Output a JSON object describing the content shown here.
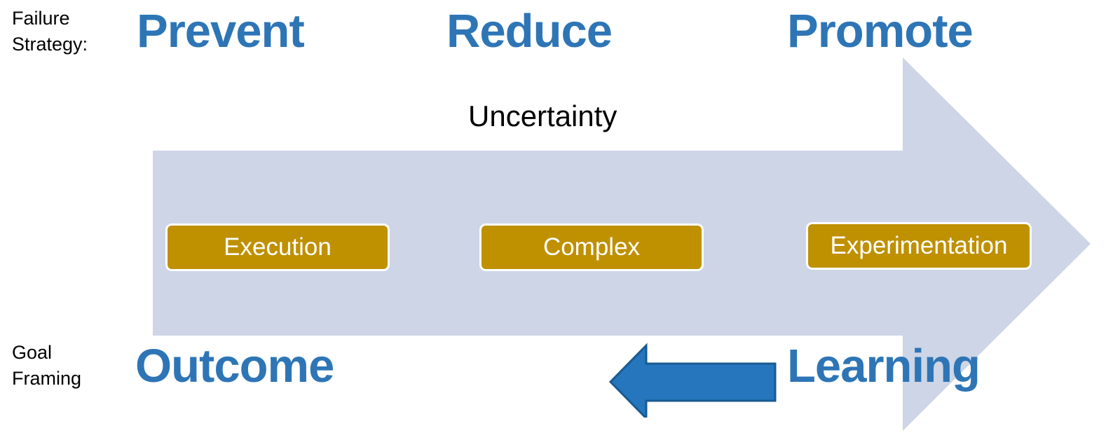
{
  "diagram": {
    "rows": {
      "failure_strategy": {
        "label": "Failure\nStrategy:",
        "items": [
          "Prevent",
          "Reduce",
          "Promote"
        ]
      },
      "goal_framing": {
        "label": "Goal\nFraming",
        "items": [
          "Outcome",
          "Learning"
        ]
      }
    },
    "axis": {
      "caption": "Uncertainty",
      "direction": "left-to-right increasing"
    },
    "stages": [
      {
        "label": "Execution"
      },
      {
        "label": "Complex"
      },
      {
        "label": "Experimentation"
      }
    ],
    "arrows": {
      "uncertainty_arrow": {
        "name": "uncertainty-arrow",
        "direction": "right",
        "fill": "#CDD5E6"
      },
      "learning_feedback_arrow": {
        "name": "learning-feedback-arrow",
        "direction": "left",
        "fill": "#2576BC",
        "stroke": "#1A5A91"
      }
    },
    "colors": {
      "headline_blue": "#2E75B6",
      "band_light_blue": "#CDD5E6",
      "stage_gold": "#BF9000",
      "stage_border": "#FFFFFF",
      "text_black": "#000000",
      "background": "#FFFFFF"
    }
  }
}
